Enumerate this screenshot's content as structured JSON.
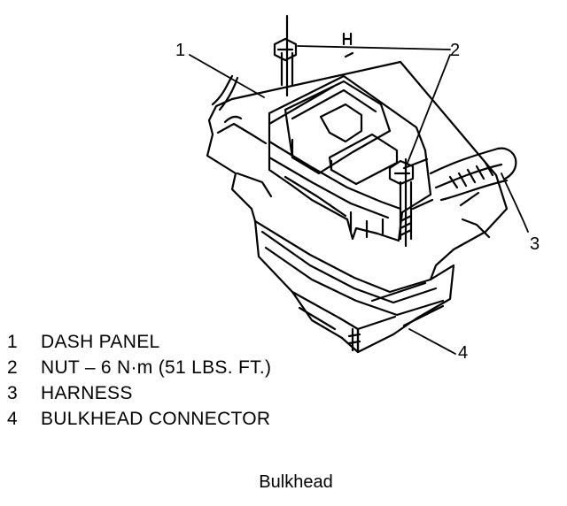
{
  "diagram": {
    "callouts": [
      {
        "label": "1"
      },
      {
        "label": "2"
      },
      {
        "label": "3"
      },
      {
        "label": "4"
      }
    ]
  },
  "legend": [
    {
      "num": "1",
      "text": "DASH PANEL"
    },
    {
      "num": "2",
      "text": "NUT – 6 N·m (51 LBS. FT.)"
    },
    {
      "num": "3",
      "text": "HARNESS"
    },
    {
      "num": "4",
      "text": "BULKHEAD CONNECTOR"
    }
  ],
  "caption": "Bulkhead",
  "colors": {
    "ink": "#000000",
    "paper": "#ffffff"
  }
}
